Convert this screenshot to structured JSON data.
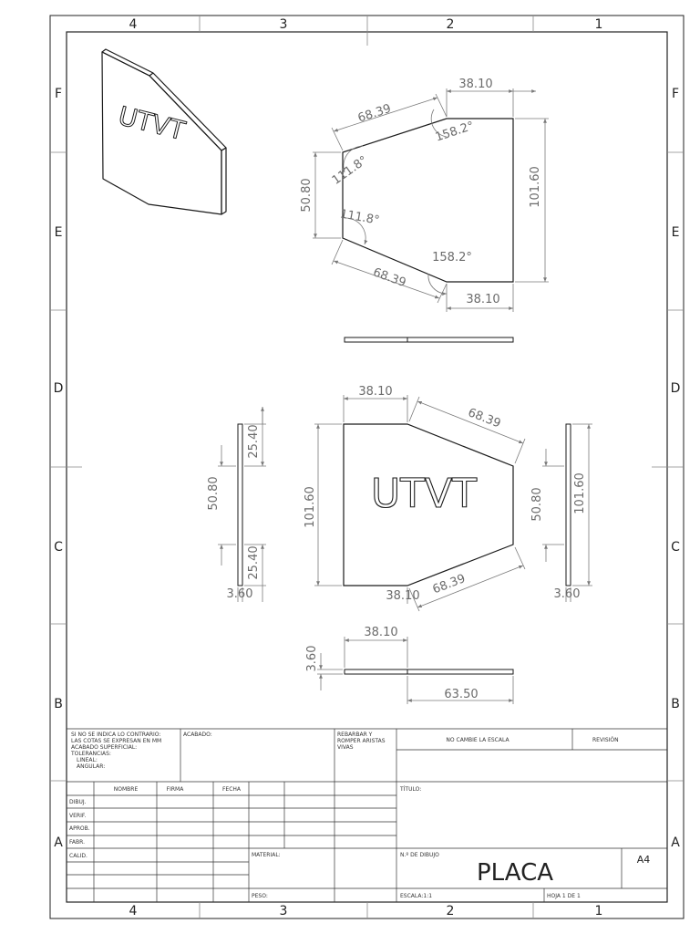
{
  "zones": {
    "columns": [
      "4",
      "3",
      "2",
      "1"
    ],
    "rows": [
      "F",
      "E",
      "D",
      "C",
      "B",
      "A"
    ]
  },
  "iso_view": {
    "engraving": "UTVT"
  },
  "top_view": {
    "dims": {
      "top_width": "38.10",
      "top_slant": "68.39",
      "top_angle_right": "158.2°",
      "top_angle_left": "111.8°",
      "left_edge": "50.80",
      "right_edge": "101.60",
      "bottom_angle_left": "111.8°",
      "bottom_angle_right": "158.2°",
      "bottom_slant": "68.39",
      "bottom_width": "38.10"
    }
  },
  "front_view": {
    "engraving": "UTVT",
    "dims": {
      "top_width": "38.10",
      "top_slant": "68.39",
      "height": "101.60",
      "bottom_width": "38.10",
      "bottom_slant": "68.39"
    }
  },
  "left_view": {
    "dims": {
      "upper": "25.40",
      "total": "50.80",
      "lower": "25.40",
      "thickness": "3.60"
    }
  },
  "right_view": {
    "dims": {
      "inner": "50.80",
      "outer": "101.60",
      "thickness": "3.60"
    }
  },
  "bottom_view": {
    "dims": {
      "top": "38.10",
      "thickness": "3.60",
      "bottom": "63.50"
    }
  },
  "title_block": {
    "notes": [
      "SI NO SE INDICA LO CONTRARIO:",
      "LAS COTAS SE EXPRESAN EN MM",
      "ACABADO SUPERFICIAL:",
      "TOLERANCIAS:",
      "LINEAL:",
      "ANGULAR:"
    ],
    "acabado": "ACABADO:",
    "rebarbar": [
      "REBARBAR Y",
      "ROMPER ARISTAS",
      "VIVAS"
    ],
    "no_cambie": "NO CAMBIE LA ESCALA",
    "revision": "REVISIÓN",
    "headers": [
      "NOMBRE",
      "FIRMA",
      "FECHA"
    ],
    "roles": [
      "DIBUJ.",
      "VERIF.",
      "APROB.",
      "FABR.",
      "CALID."
    ],
    "titulo": "TÍTULO:",
    "material": "MATERIAL:",
    "numero_dibujo": "N.º DE DIBUJO",
    "drawing_name": "PLACA",
    "sheet_size": "A4",
    "peso": "PESO:",
    "escala": "ESCALA:1:1",
    "hoja": "HOJA 1 DE 1"
  },
  "colors": {
    "line": "#1a1a1a",
    "dimension": "#7a7a7a"
  }
}
